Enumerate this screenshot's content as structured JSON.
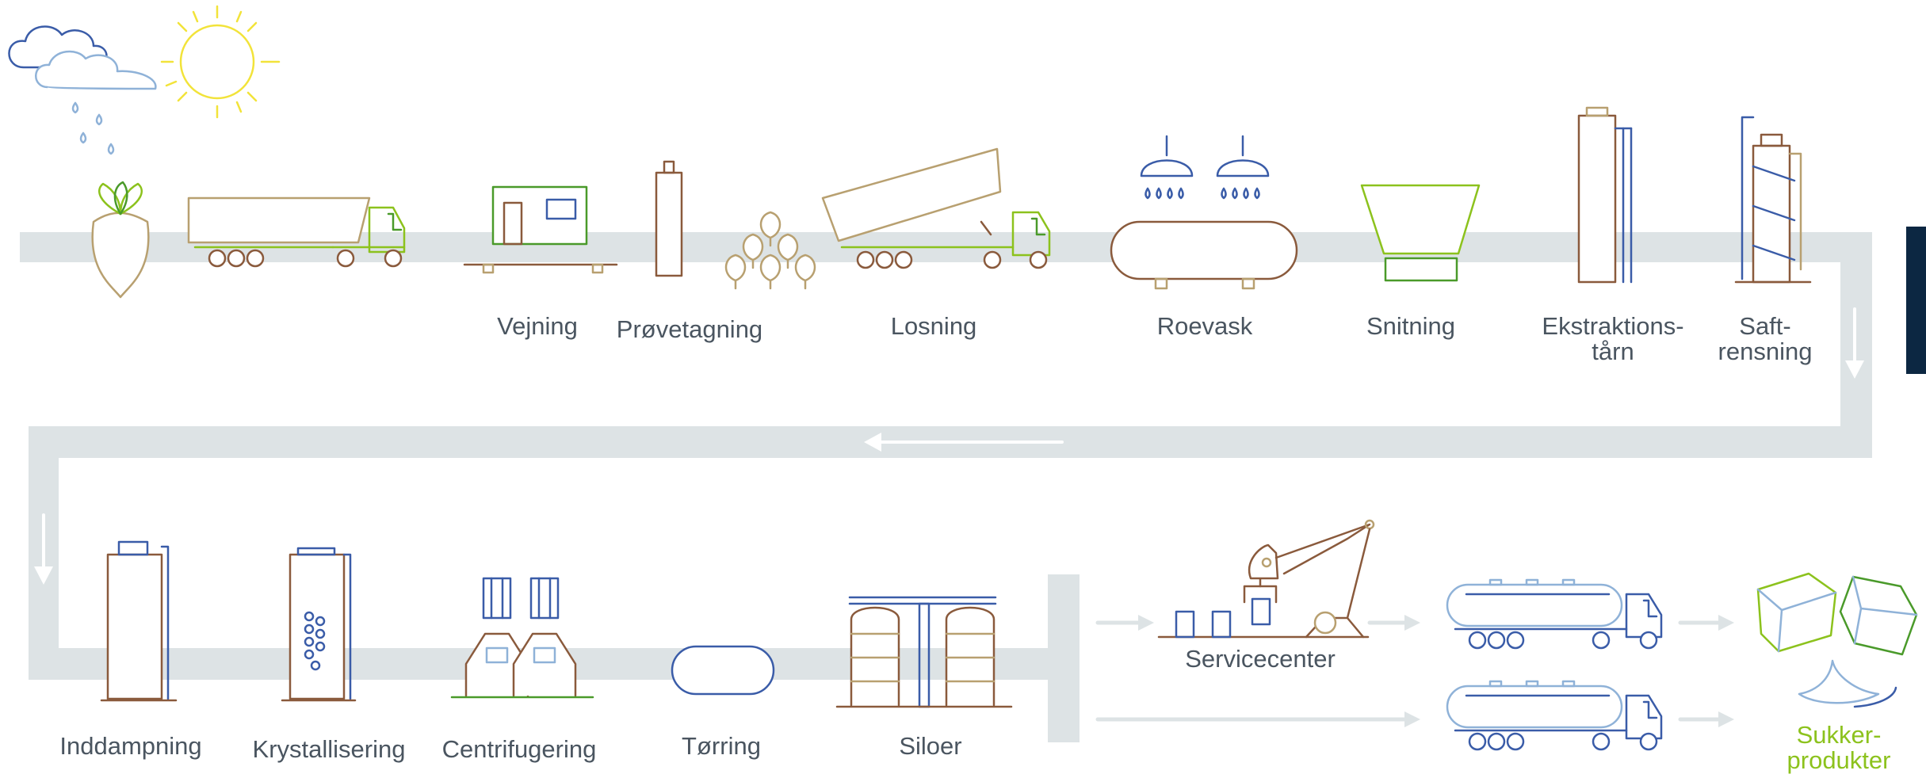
{
  "colors": {
    "track": "#dde3e5",
    "brown": "#8a5a3c",
    "green": "#8cc21d",
    "dark_green": "#4a9a2a",
    "blue": "#3a5ca8",
    "light_blue": "#8fb2d8",
    "tan": "#b8a070",
    "sun": "#f2e33a",
    "text": "#4a5560",
    "tab": "#0c2742"
  },
  "steps": {
    "weighing": "Vejning",
    "sampling": "Prøvetagning",
    "unloading": "Losning",
    "beet_wash": "Roevask",
    "slicing": "Snitning",
    "extraction_tower": "Ekstraktions-\ntårn",
    "juice_purification": "Saft-\nrensning",
    "evaporation": "Inddampning",
    "crystallisation": "Krystallisering",
    "centrifuging": "Centrifugering",
    "drying": "Tørring",
    "silos": "Siloer",
    "service_center": "Servicecenter",
    "sugar_products": "Sukker-\nprodukter"
  },
  "icons": [
    "cloud-icon",
    "sun-icon",
    "rain-icon",
    "sugar-beet-icon",
    "truck-icon",
    "weighbridge-icon",
    "sample-probe-icon",
    "beet-pile-icon",
    "tipping-truck-icon",
    "washer-icon",
    "slicer-icon",
    "extraction-tower-icon",
    "purification-tower-icon",
    "evaporator-icon",
    "crystallizer-icon",
    "centrifuge-icon",
    "dryer-icon",
    "silo-icon",
    "crane-icon",
    "tanker-truck-icon",
    "sugar-cube-icon",
    "flow-arrow-icon"
  ]
}
